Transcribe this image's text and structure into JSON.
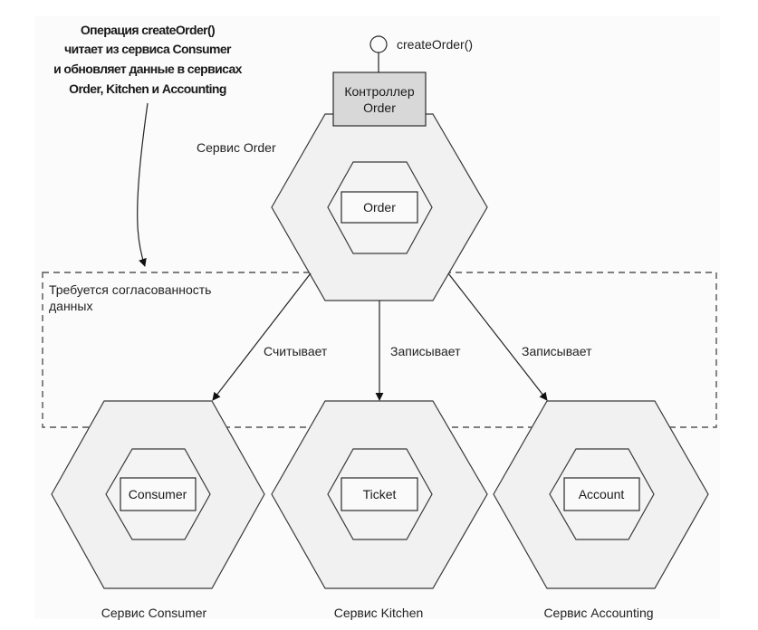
{
  "annotation": {
    "lines": [
      "Операция createOrder()",
      "читает из сервиса Consumer",
      "и обновляет данные в сервисах",
      "Order, Kitchen и Accounting"
    ]
  },
  "interface": {
    "label": "createOrder()"
  },
  "controller": {
    "lines": [
      "Контроллер",
      "Order"
    ]
  },
  "consistency_region": {
    "lines": [
      "Требуется согласованность",
      "данных"
    ]
  },
  "services": [
    {
      "id": "order",
      "label": "Сервис Order",
      "entity": "Order"
    },
    {
      "id": "consumer",
      "label": "Сервис Consumer",
      "entity": "Consumer"
    },
    {
      "id": "kitchen",
      "label": "Сервис Kitchen",
      "entity": "Ticket"
    },
    {
      "id": "accounting",
      "label": "Сервис Accounting",
      "entity": "Account"
    }
  ],
  "relations": [
    {
      "from": "order",
      "to": "consumer",
      "label": "Считывает"
    },
    {
      "from": "order",
      "to": "kitchen",
      "label": "Записывает"
    },
    {
      "from": "order",
      "to": "accounting",
      "label": "Записывает"
    }
  ]
}
